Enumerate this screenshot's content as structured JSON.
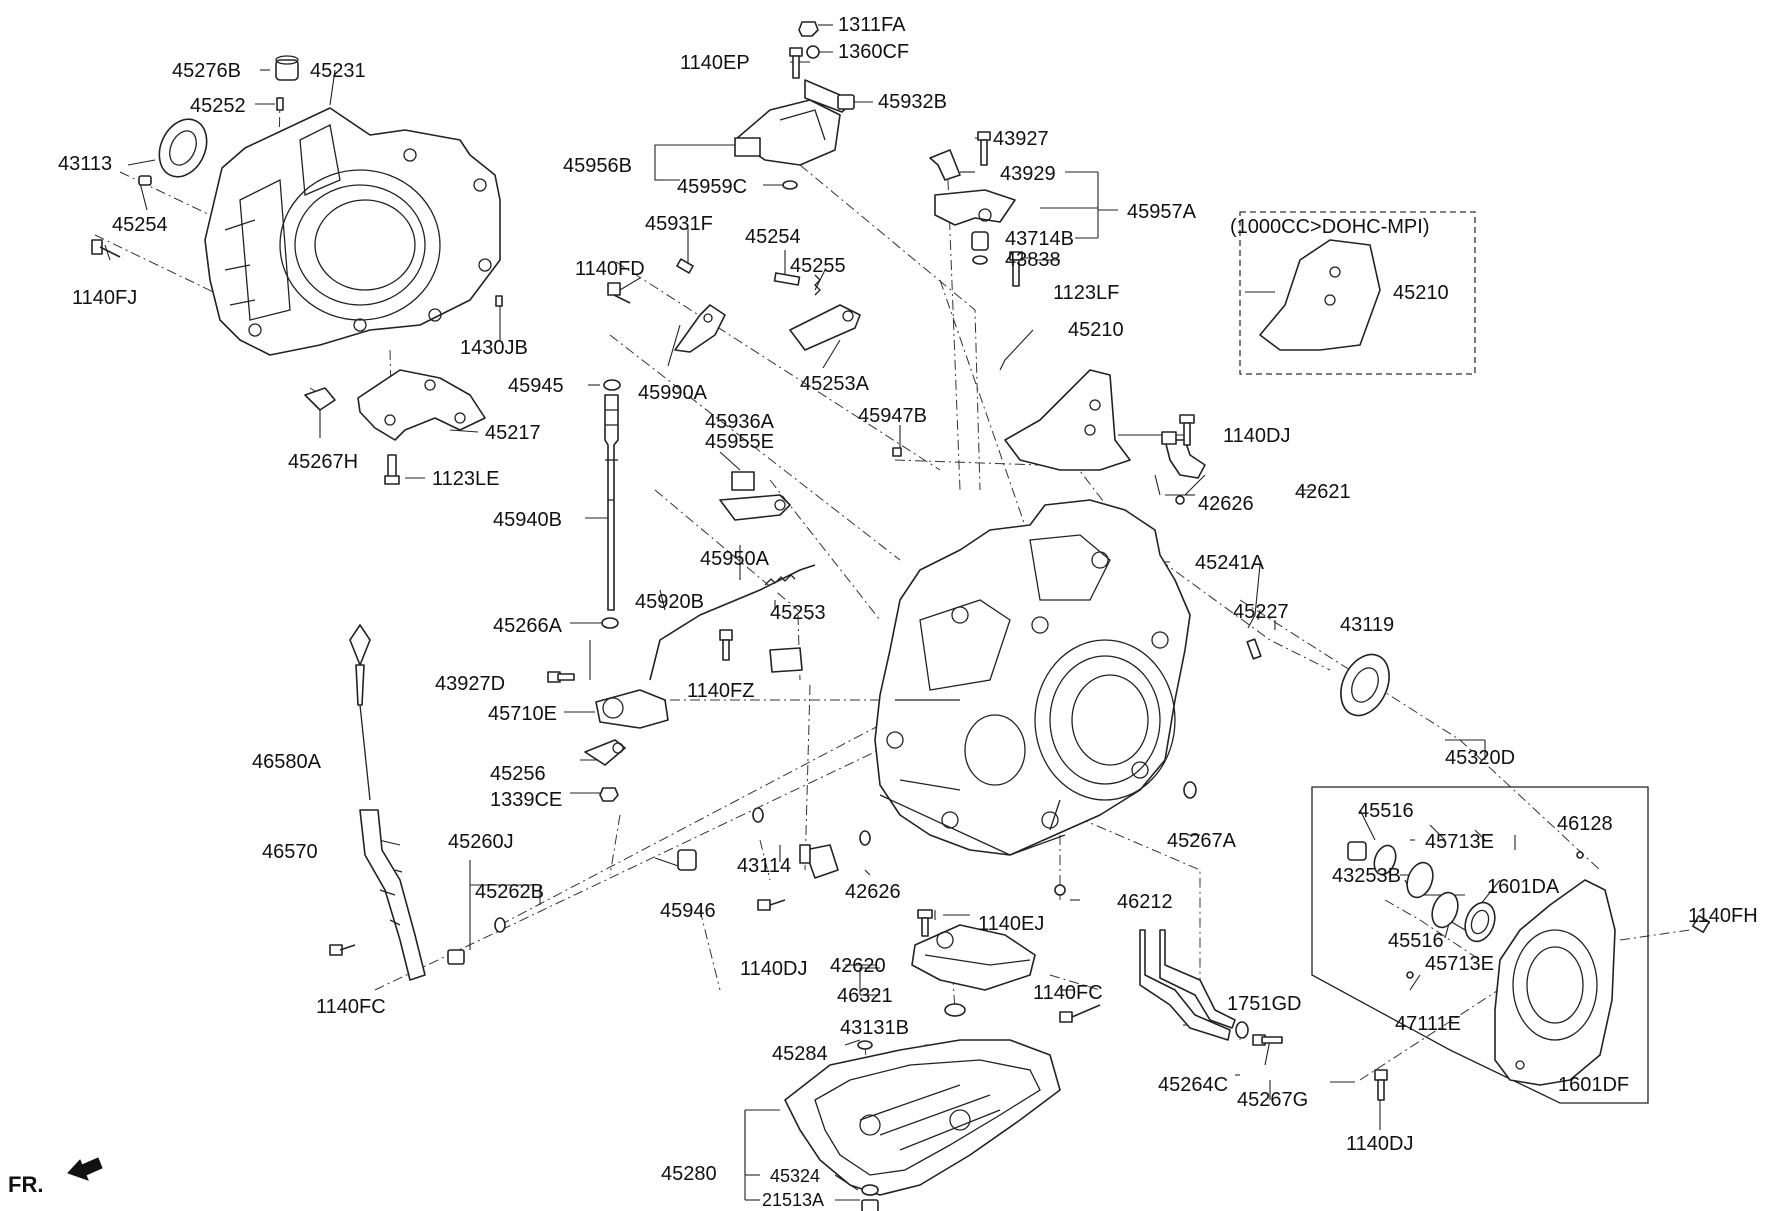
{
  "labels": {
    "p1311FA": "1311FA",
    "p1140EP": "1140EP",
    "p1360CF": "1360CF",
    "p45932B": "45932B",
    "p45276B": "45276B",
    "p45231": "45231",
    "p45252": "45252",
    "p43113": "43113",
    "p45254a": "45254",
    "p1140FJ": "1140FJ",
    "p1430JB": "1430JB",
    "p45217": "45217",
    "p45267H": "45267H",
    "p1123LE": "1123LE",
    "p45956B": "45956B",
    "p45959C": "45959C",
    "p43927": "43927",
    "p43929": "43929",
    "p45957A": "45957A",
    "p43714B": "43714B",
    "p43838": "43838",
    "p45931F": "45931F",
    "p45254b": "45254",
    "p45255": "45255",
    "p1140FD": "1140FD",
    "p1123LF": "1123LF",
    "p45210a": "45210",
    "p45210b": "45210",
    "variant": "(1000CC>DOHC-MPI)",
    "p45253A": "45253A",
    "p45945": "45945",
    "p45990A": "45990A",
    "p45936A": "45936A",
    "p45955E": "45955E",
    "p45947B": "45947B",
    "p1140DJa": "1140DJ",
    "p42621": "42621",
    "p42626a": "42626",
    "p45940B": "45940B",
    "p45950A": "45950A",
    "p45241A": "45241A",
    "p45920B": "45920B",
    "p45253": "45253",
    "p45227": "45227",
    "p43119": "43119",
    "p45266A": "45266A",
    "p43927D": "43927D",
    "p1140FZ": "1140FZ",
    "p45710E": "45710E",
    "p46580A": "46580A",
    "p45256": "45256",
    "p1339CE": "1339CE",
    "p45320D": "45320D",
    "p45516a": "45516",
    "p46128": "46128",
    "p45713Ea": "45713E",
    "p45267A": "45267A",
    "p45260J": "45260J",
    "p46570": "46570",
    "p43114": "43114",
    "p42626b": "42626",
    "p45262B": "45262B",
    "p45946": "45946",
    "p46212": "46212",
    "p43253B": "43253B",
    "p1601DA": "1601DA",
    "p1140FH": "1140FH",
    "p45516b": "45516",
    "p45713Eb": "45713E",
    "p1140EJ": "1140EJ",
    "p1140DJb": "1140DJ",
    "p42620": "42620",
    "p46321": "46321",
    "p1140FC1": "1140FC",
    "p1140FC2": "1140FC",
    "p1751GD": "1751GD",
    "p47111E": "47111E",
    "p43131B": "43131B",
    "p45284": "45284",
    "p45264C": "45264C",
    "p45267G": "45267G",
    "p1601DF": "1601DF",
    "p1140DJc": "1140DJ",
    "p45280": "45280",
    "p21513A": "21513A",
    "p45324": "45324",
    "front": "FR."
  }
}
